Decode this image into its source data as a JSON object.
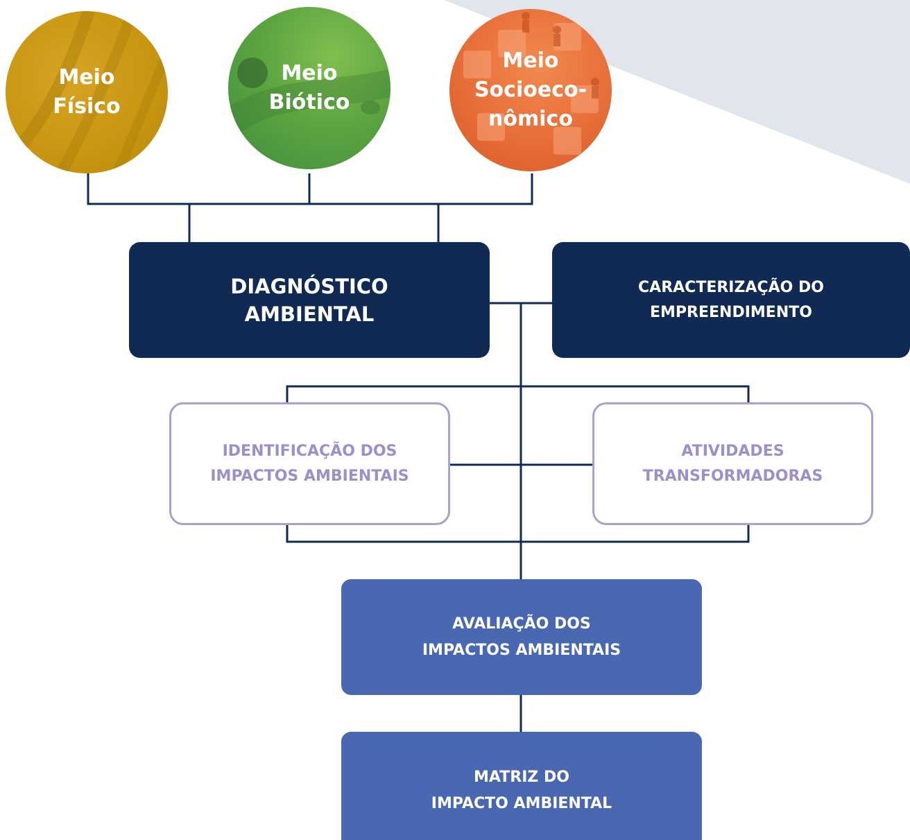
{
  "circles": {
    "fisico": {
      "line1": "Meio",
      "line2": "Físico"
    },
    "biotico": {
      "line1": "Meio",
      "line2": "Biótico"
    },
    "socio": {
      "line1": "Meio",
      "line2": "Socioeco-",
      "line3": "nômico"
    }
  },
  "boxes": {
    "diagnostico": {
      "line1": "DIAGNÓSTICO",
      "line2": "AMBIENTAL"
    },
    "caracterizacao": {
      "line1": "CARACTERIZAÇÃO DO",
      "line2": "EMPREENDIMENTO"
    },
    "identificacao": {
      "line1": "IDENTIFICAÇÃO DOS",
      "line2": "IMPACTOS AMBIENTAIS"
    },
    "atividades": {
      "line1": "ATIVIDADES",
      "line2": "TRANSFORMADORAS"
    },
    "avaliacao": {
      "line1": "AVALIAÇÃO DOS",
      "line2": "IMPACTOS AMBIENTAIS"
    },
    "matriz": {
      "line1": "MATRIZ DO",
      "line2": "IMPACTO AMBIENTAL"
    }
  },
  "colors": {
    "connector": "#102a54",
    "dark_box": "#102a54",
    "outline_box": "#a8a0d0",
    "blue_box": "#4a67b2",
    "fisico": "#c99712",
    "biotico": "#5ea541",
    "socio": "#e8703a",
    "background_shape": "#e1e5ec"
  }
}
